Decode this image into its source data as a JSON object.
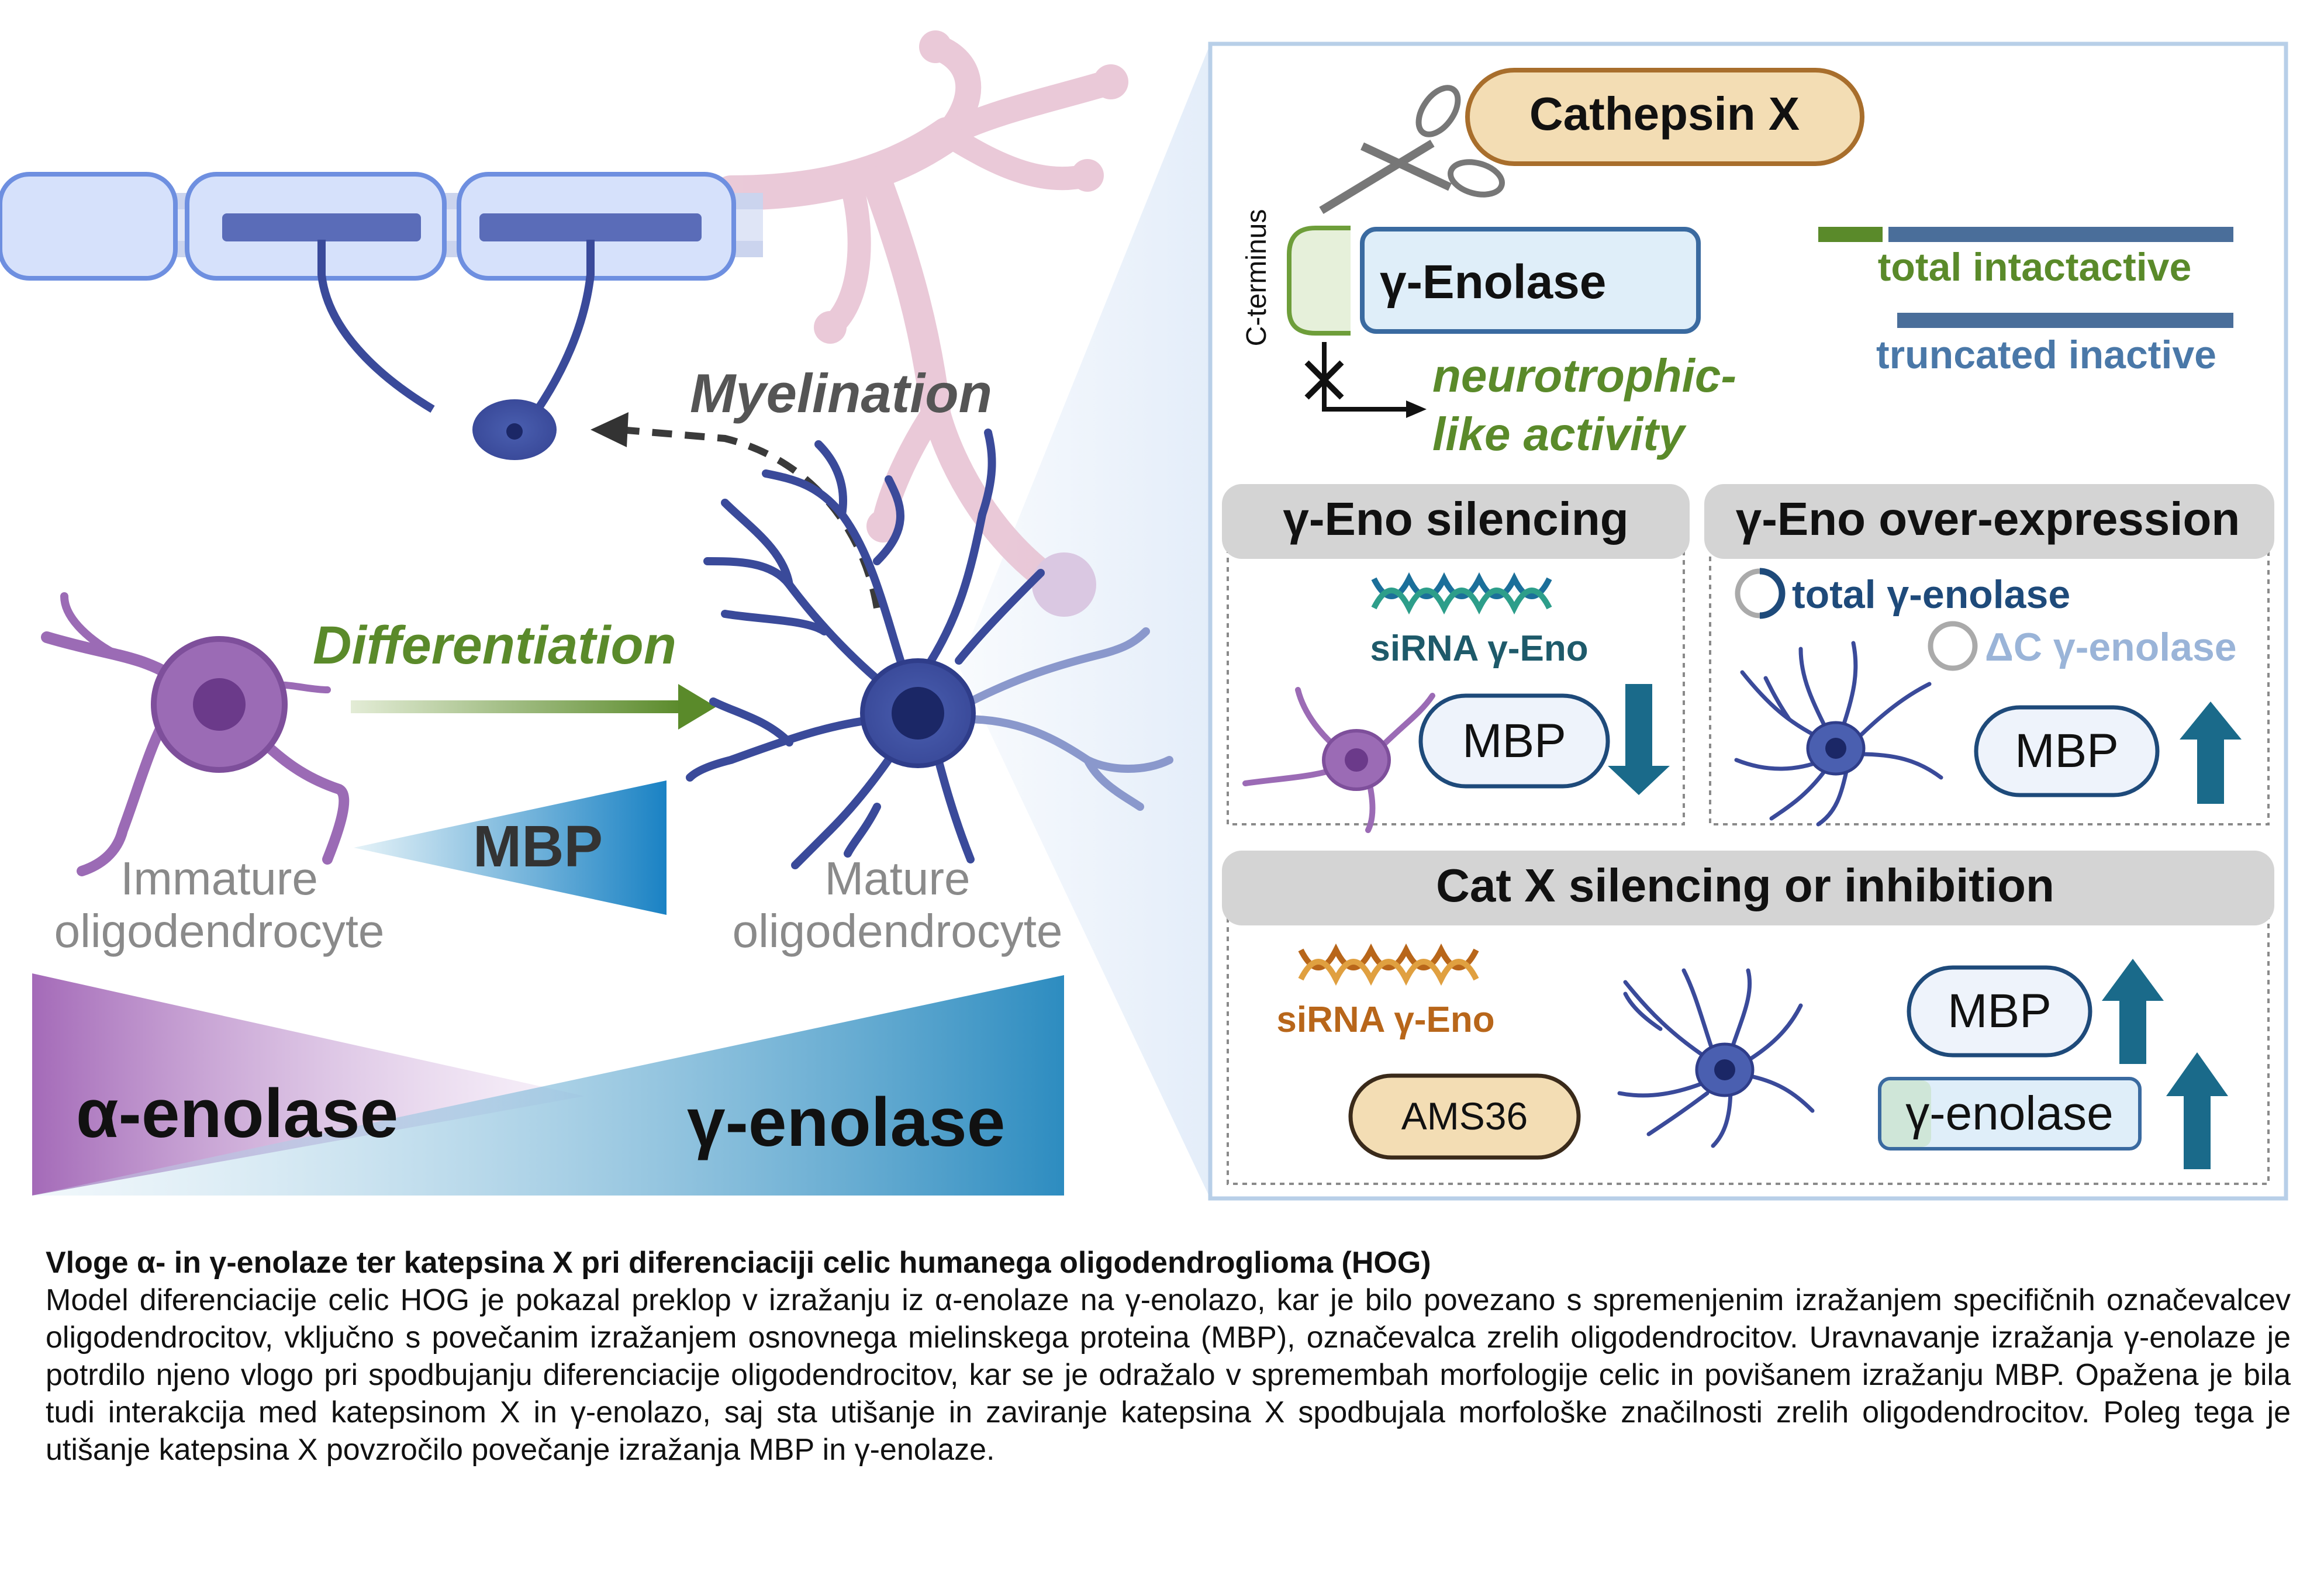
{
  "left_panel": {
    "myelination_label": "Myelination",
    "differentiation_label": "Differentiation",
    "mbp_label": "MBP",
    "immature_label_line1": "Immature",
    "immature_label_line2": "oligodendrocyte",
    "mature_label_line1": "Mature",
    "mature_label_line2": "oligodendrocyte",
    "alpha_enolase_label": "α-enolase",
    "gamma_enolase_label": "γ-enolase"
  },
  "right_panel": {
    "cathepsin_label": "Cathepsin X",
    "c_terminus_label": "C-terminus",
    "gamma_enolase_box_label": "γ-Enolase",
    "neurotrophic_line1": "neurotrophic-",
    "neurotrophic_line2": "like activity",
    "legend_total": "total intactactive",
    "legend_truncated": "truncated inactive",
    "silencing_header": "γ-Eno silencing",
    "silencing_sirna": "siRNA γ-Eno",
    "silencing_mbp": "MBP",
    "overexpression_header": "γ-Eno over-expression",
    "overexpression_total": "total γ-enolase",
    "overexpression_delta": "ΔC γ-enolase",
    "overexpression_mbp": "MBP",
    "catx_header": "Cat X silencing or inhibition",
    "catx_sirna": "siRNA γ-Eno",
    "catx_ams": "AMS36",
    "catx_mbp": "MBP",
    "catx_enolase": "γ-enolase"
  },
  "caption": {
    "title": "Vloge α- in γ-enolaze ter katepsina X pri diferenciaciji celic humanega oligodendroglioma (HOG)",
    "body": "Model diferenciacije celic HOG je pokazal preklop v izražanju iz α-enolaze na γ-enolazo, kar je bilo povezano s spremenjenim izražanjem specifičnih označevalcev oligodendrocitov, vključno s povečanim izražanjem osnovnega mielinskega proteina (MBP), označevalca zrelih oligodendrocitov. Uravnavanje izražanja γ-enolaze je potrdilo njeno vlogo pri spodbujanju diferenciacije oligodendrocitov, kar se je odražalo v spremembah morfologije celic in povišanem izražanju MBP. Opažena je bila tudi interakcija med katepsinom X in γ-enolazo, saj sta utišanje in zaviranje katepsina X spodbujala morfološke značilnosti zrelih oligodendrocitov. Poleg tega je utišanje katepsina X povzročilo povečanje izražanja MBP in γ-enolaze."
  },
  "colors": {
    "purple": "#9b6bb5",
    "navy": "#3a4a9a",
    "green": "#5a8a2a",
    "teal": "#1a6a8a",
    "steel_blue": "#4a78a8",
    "pink_tree": "#e8c4d4"
  }
}
